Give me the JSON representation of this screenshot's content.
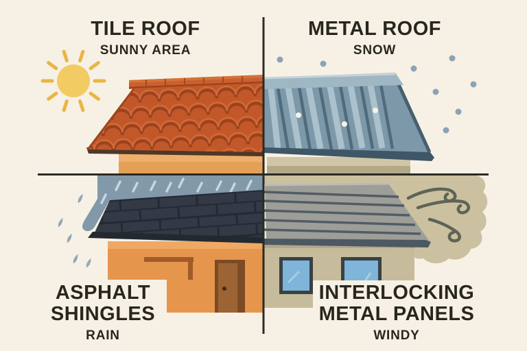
{
  "quadrants": {
    "top_left": {
      "roof_type_lines": [
        "TILE ROOF"
      ],
      "condition": "SUNNY AREA",
      "weather_icon": "sun-icon"
    },
    "top_right": {
      "roof_type_lines": [
        "METAL ROOF"
      ],
      "condition": "SNOW",
      "weather_icon": "snowfall-icon"
    },
    "bottom_left": {
      "roof_type_lines": [
        "ASPHALT",
        "SHINGLES"
      ],
      "condition": "RAIN",
      "weather_icon": "rain-icon"
    },
    "bottom_right": {
      "roof_type_lines": [
        "INTERLOCKING",
        "METAL PANELS"
      ],
      "condition": "WINDY",
      "weather_icon": "wind-icon"
    }
  },
  "colors": {
    "background": "#F7F1E5",
    "text": "#28271F",
    "divider": "#2B2A24",
    "sun": "#F2CB62",
    "tile_roof": "#C2582A",
    "metal_roof": "#7C98A9",
    "asphalt_shingles": "#333A45",
    "interlocking_panels": "#9E9E99",
    "snow_dot": "#8CA3B5",
    "rain_drop": "#93A9BA",
    "wind_swirl": "#5F6455",
    "cloud": "#CBC1A1",
    "stucco_orange": "#E5A058",
    "stucco_khaki": "#C6BB9B",
    "window_glass": "#7FB5D8",
    "door": "#9C6434"
  }
}
